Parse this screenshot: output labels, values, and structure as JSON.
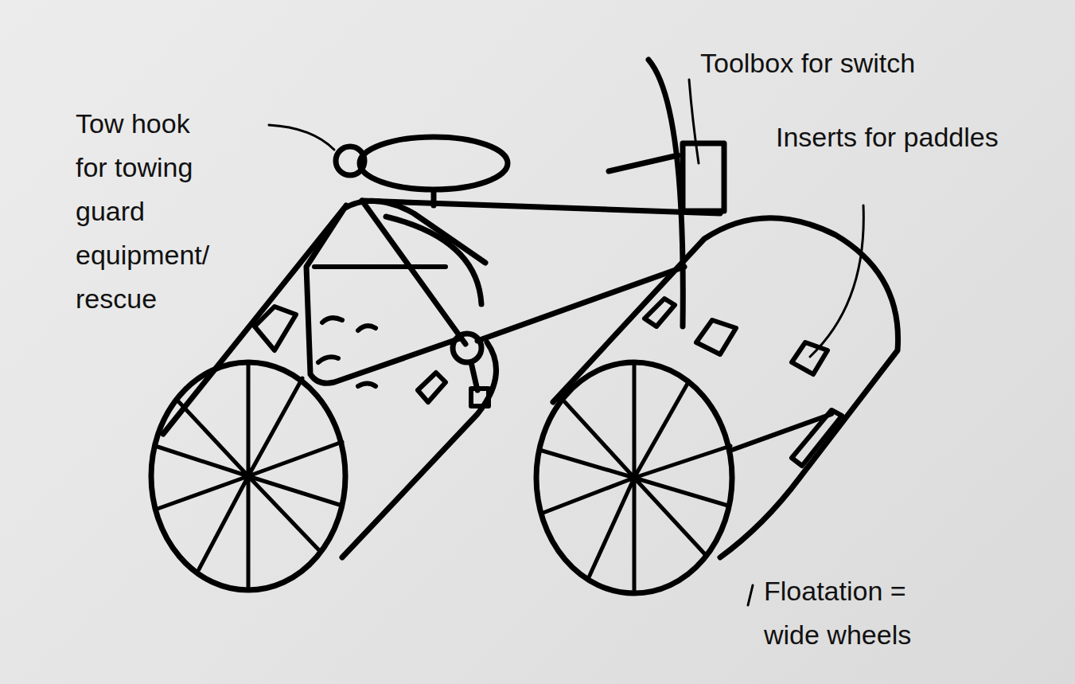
{
  "diagram": {
    "labels": [
      "Tow hook for towing guard equipment/ rescue",
      "Toolbox for switch",
      "Inserts for paddles",
      "Floatation = wide wheels"
    ]
  }
}
